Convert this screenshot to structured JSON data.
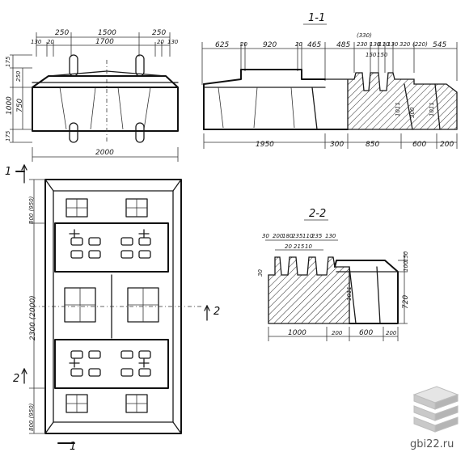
{
  "views": {
    "front": {
      "top_dims": [
        "250",
        "1500",
        "250"
      ],
      "second_dims": [
        "130",
        "20",
        "1700",
        "20",
        "130"
      ],
      "left_dims": [
        "175",
        "250",
        "1000",
        "750",
        "175"
      ],
      "bottom_dim": "2000"
    },
    "section_1": {
      "title": "1-1",
      "top_dims": [
        "625",
        "20",
        "920",
        "20",
        "465",
        "485",
        "230",
        "130",
        "110",
        "130",
        "320",
        "545"
      ],
      "paren_dims": [
        "(330)",
        "(220)"
      ],
      "small_dims": [
        "150",
        "150"
      ],
      "side_dims": [
        "1011",
        "300",
        "1011"
      ],
      "bottom_dims": [
        "1950",
        "300",
        "850",
        "600",
        "200"
      ]
    },
    "section_2": {
      "title": "2-2",
      "top_dims": [
        "30",
        "200",
        "180",
        "235",
        "110",
        "235",
        "130"
      ],
      "mid_dims": [
        "20",
        "215",
        "10"
      ],
      "left_dim": "30",
      "right_dims": [
        "150",
        "100",
        "720"
      ],
      "inner_dim": "1011",
      "bottom_dims": [
        "1000",
        "200",
        "600",
        "200"
      ]
    },
    "plan": {
      "side_dims": [
        "800 (950)",
        "2300 (2000)",
        "800 (950)"
      ],
      "marks": [
        "1",
        "1",
        "2",
        "2"
      ]
    }
  },
  "watermark": {
    "text": "gbi22.ru",
    "logo": "stacked-slabs-icon"
  }
}
